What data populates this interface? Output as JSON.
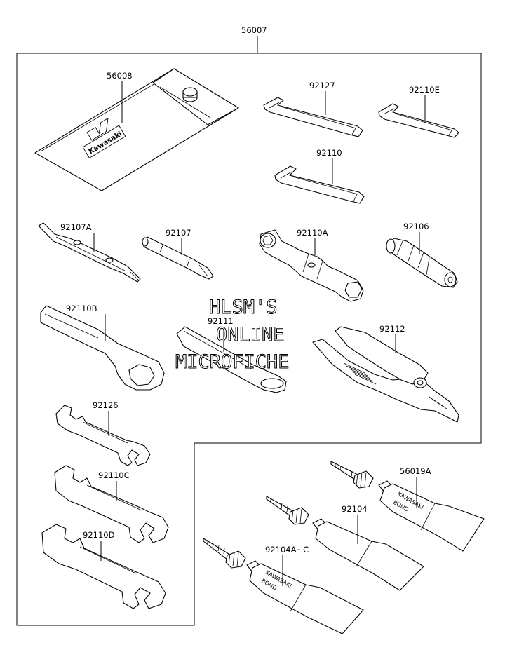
{
  "labels": {
    "kit": "56007",
    "pouch": "56008",
    "hex_wrench_a": "92127",
    "hex_wrench_e": "92110E",
    "hex_wrench": "92110",
    "screwdriver_grip": "92107A",
    "screwdriver_bit": "92107",
    "box_wrench": "92110A",
    "extension_handle": "92106",
    "ring_wrench": "92110B",
    "handle_bar": "92111",
    "pliers": "92112",
    "open_wrench_small": "92126",
    "open_wrench_c": "92110C",
    "open_wrench_d": "92110D",
    "bond_a": "56019A",
    "bond_b": "92104",
    "bond_c": "92104A~C"
  },
  "watermark": [
    "HLSM'S",
    "ONLINE",
    "MICROFICHE"
  ],
  "tube_text": {
    "brand": "KAWASAKI",
    "product": "BOND"
  },
  "pouch_logo": "Kawasaki",
  "colors": {
    "line": "#000000",
    "background": "#ffffff"
  }
}
